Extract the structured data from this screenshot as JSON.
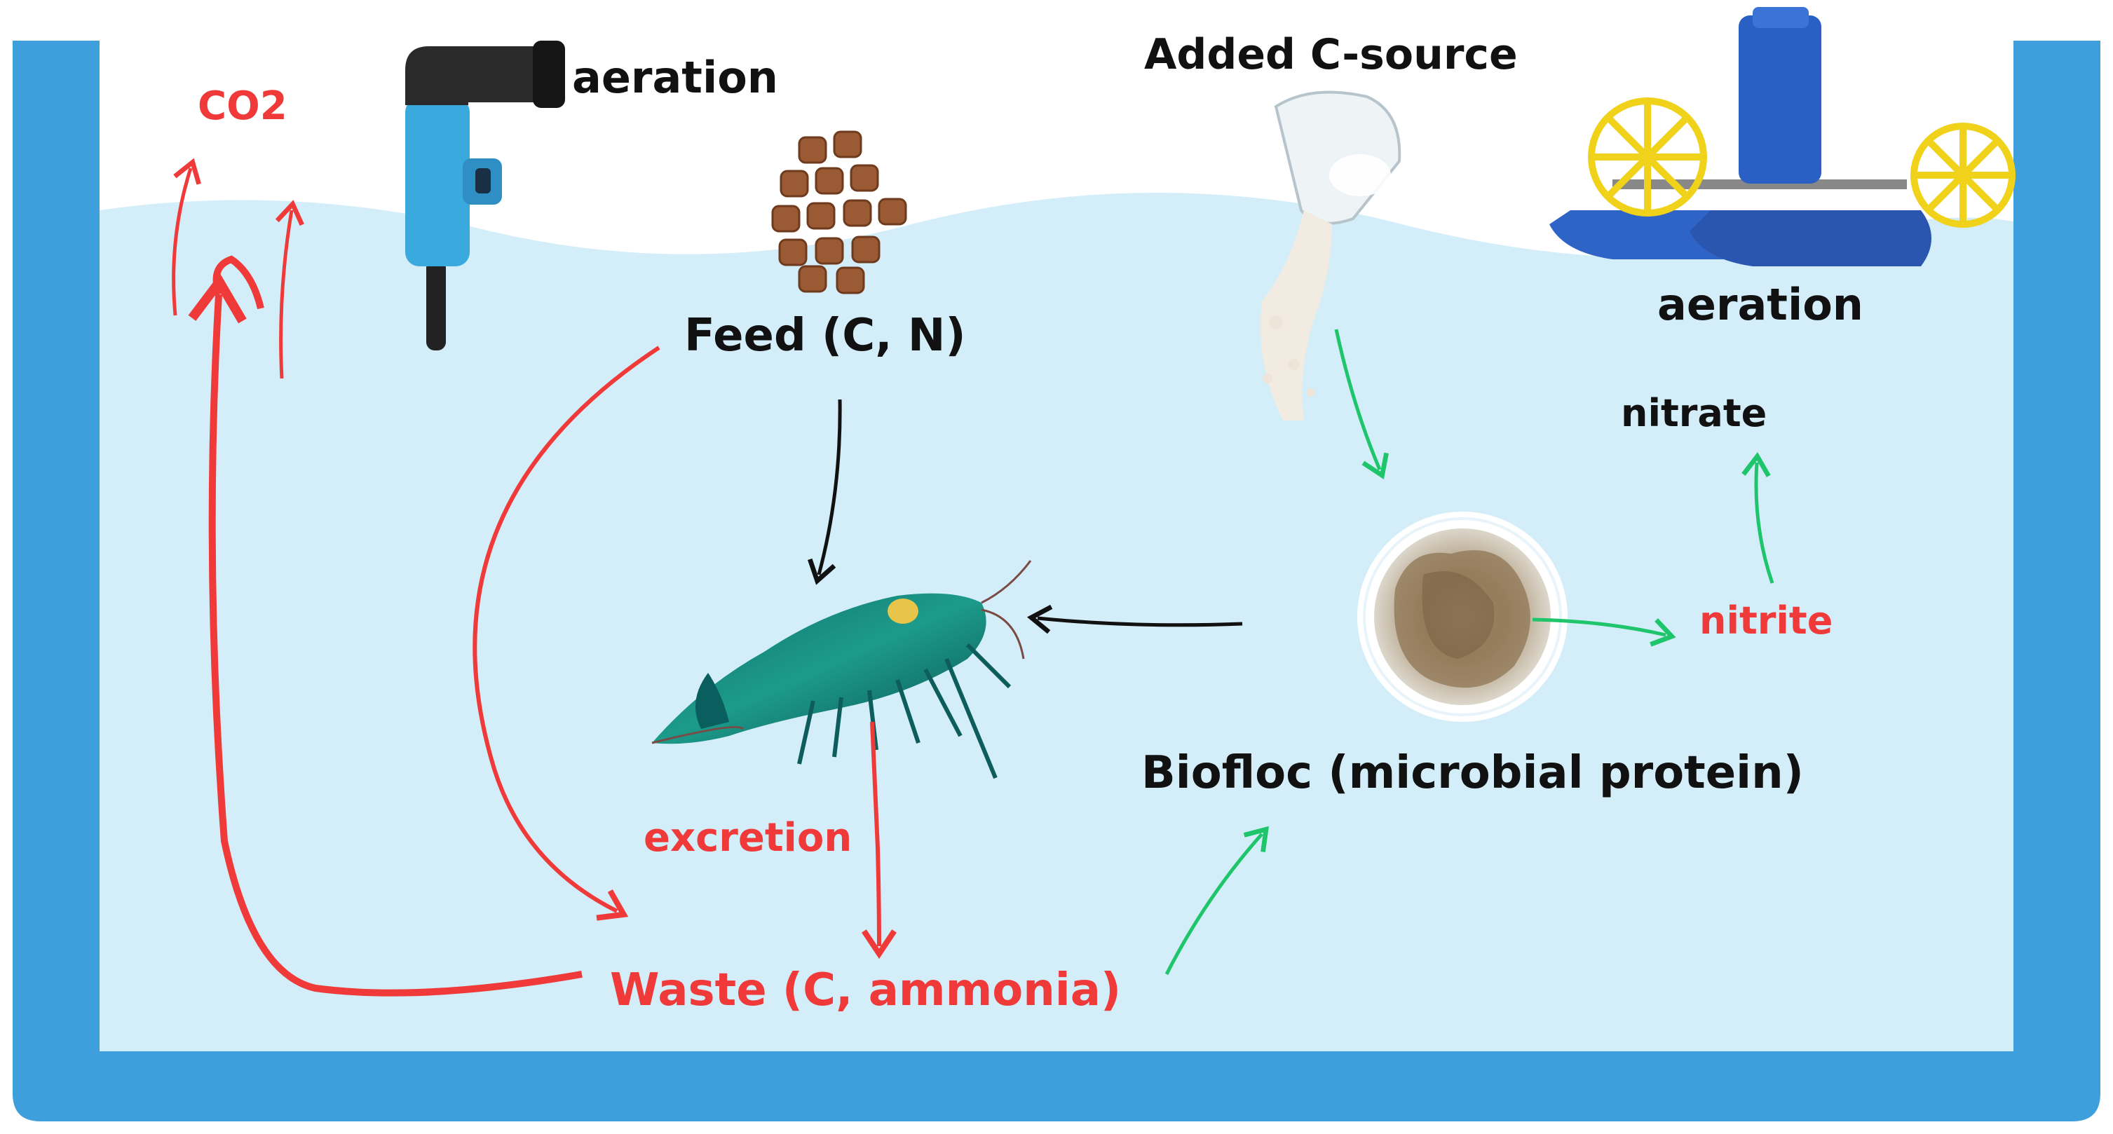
{
  "colors": {
    "tank": "#3f9fdc",
    "water": "#d3eef9",
    "red": "#f03a3a",
    "green": "#1ec56b",
    "black": "#111111",
    "feed_pellet": "#9a5a33",
    "aerator_pipe": "#3aa9de",
    "paddle_yellow": "#f0d21b",
    "paddle_blue": "#2f64c7",
    "biofloc": "#9a8466"
  },
  "labels": {
    "co2": "CO2",
    "aeration_left": "aeration",
    "added_c_source": "Added C-source",
    "aeration_right": "aeration",
    "feed": "Feed (C, N)",
    "nitrate": "nitrate",
    "nitrite": "nitrite",
    "biofloc": "Biofloc (microbial protein)",
    "excretion": "excretion",
    "waste": "Waste (C, ammonia)"
  },
  "icons": {
    "pipe_aerator": "pipe-aerator-icon",
    "feed_pellets": "feed-pellets-icon",
    "c_source_pour": "c-source-pour-icon",
    "paddlewheel_aerator": "paddlewheel-aerator-icon",
    "shrimp": "shrimp-icon",
    "biofloc_micrograph": "biofloc-micrograph-icon"
  }
}
